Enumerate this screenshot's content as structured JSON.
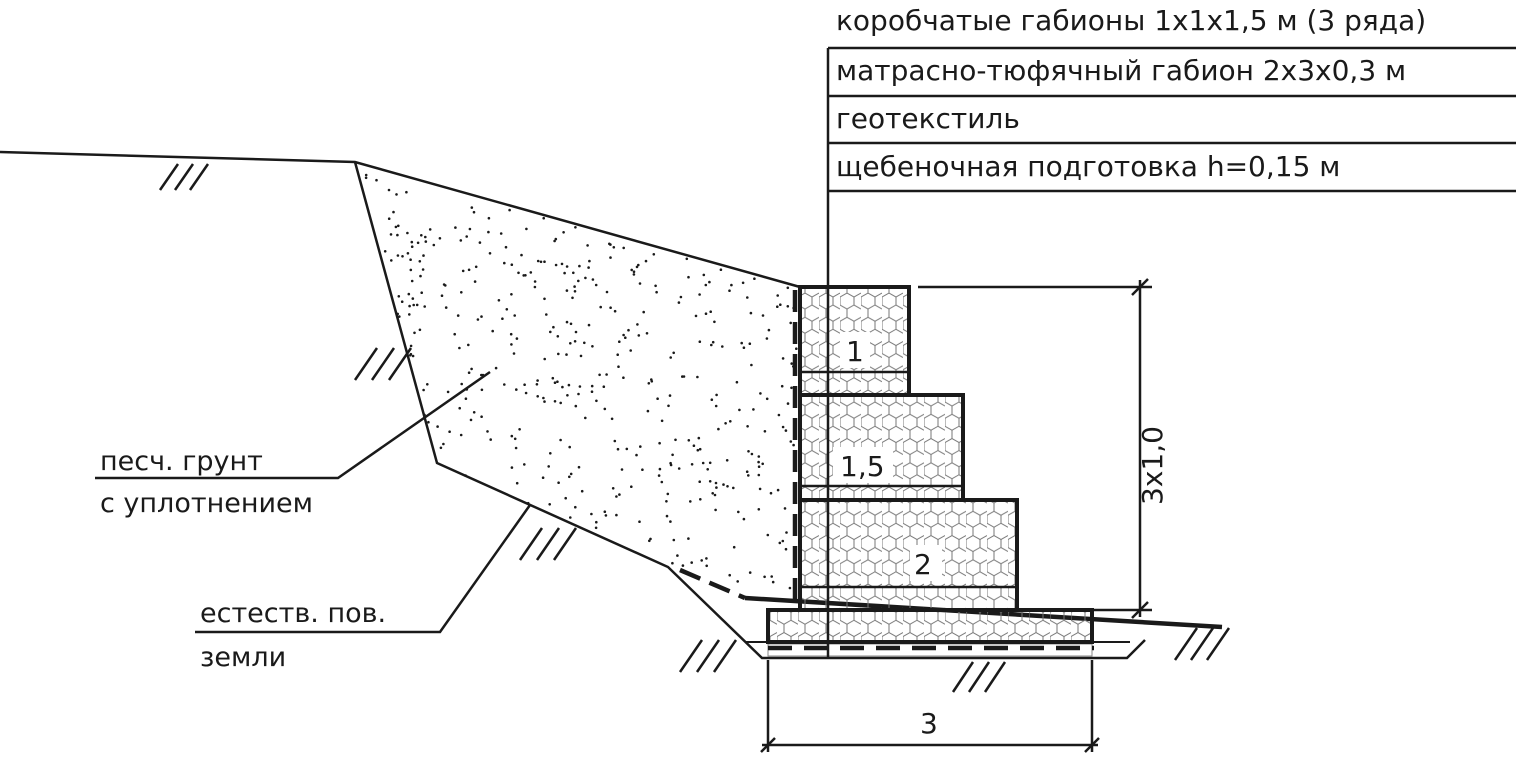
{
  "legend_table": [
    "коробчатые габионы 1x1x1,5 м (3 ряда)",
    "матрасно-тюфячный габион 2x3x0,3 м",
    "геотекстиль",
    "щебеночная подготовка  h=0,15 м"
  ],
  "labels": {
    "fill_line1": "песч. грунт",
    "fill_line2": "с уплотнением",
    "ground_line1": "естеств. пов.",
    "ground_line2": "земли"
  },
  "gabions": {
    "tier1_width": "1",
    "tier2_width": "1,5",
    "tier3_width": "2"
  },
  "dimensions": {
    "height": "3x1,0",
    "base_width": "3"
  },
  "colors": {
    "line": "#1a1a1a",
    "mesh": "#777777",
    "background": "#ffffff"
  }
}
